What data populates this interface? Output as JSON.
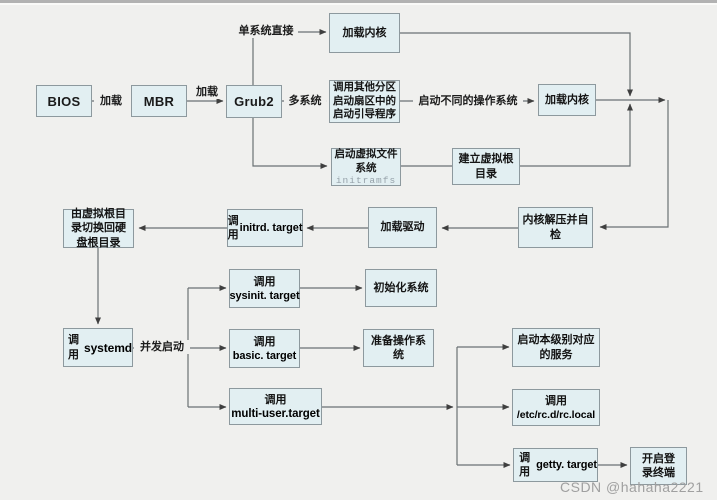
{
  "watermark": "CSDN @hahaha2221",
  "colors": {
    "background": "#f0f0ee",
    "box_fill": "#e2eff2",
    "box_border": "#8d999e",
    "line": "#636b6e"
  },
  "nodes": {
    "bios": {
      "label": "BIOS"
    },
    "mbr": {
      "label": "MBR"
    },
    "grub2": {
      "label": "Grub2"
    },
    "load_kernel_top": {
      "label": "加载内核"
    },
    "other_partition": {
      "label": "调用其他分区\n启动扇区中的\n启动引导程序"
    },
    "load_kernel_multi": {
      "label": "加载内核"
    },
    "initramfs": {
      "label": "启动虚拟文件\n系统",
      "code": "initramfs"
    },
    "virtual_root": {
      "label": "建立虚拟根\n目录"
    },
    "kernel_decompress": {
      "label": "内核解压并自\n检"
    },
    "load_driver": {
      "label": "加载驱动"
    },
    "initrd_target": {
      "prefix": "调用",
      "code": "initrd. target"
    },
    "switch_root": {
      "label": "由虚拟根目\n录切换回硬\n盘根目录"
    },
    "systemd": {
      "prefix": "调用",
      "code": "systemd"
    },
    "sysinit_target": {
      "prefix": "调用",
      "code": "sysinit. target"
    },
    "init_system": {
      "label": "初始化系统"
    },
    "basic_target": {
      "prefix": "调用",
      "code": "basic. target"
    },
    "prepare_os": {
      "label": "准备操作系\n统"
    },
    "multi_user_target": {
      "prefix": "调用",
      "code": "multi-user.target"
    },
    "level_services": {
      "label": "启动本级别对应\n的服务"
    },
    "rc_local": {
      "prefix": "调用",
      "code": "/etc/rc.d/rc.local"
    },
    "getty_target": {
      "prefix": "调用",
      "code": "getty. target"
    },
    "login_terminal": {
      "label": "开启登\n录终端"
    }
  },
  "edge_labels": {
    "load1": "加载",
    "load2": "加载",
    "single_system": "单系统直接",
    "multi_system": "多系统",
    "boot_different_os": "启动不同的操作系统",
    "parallel_start": "并发启动"
  }
}
